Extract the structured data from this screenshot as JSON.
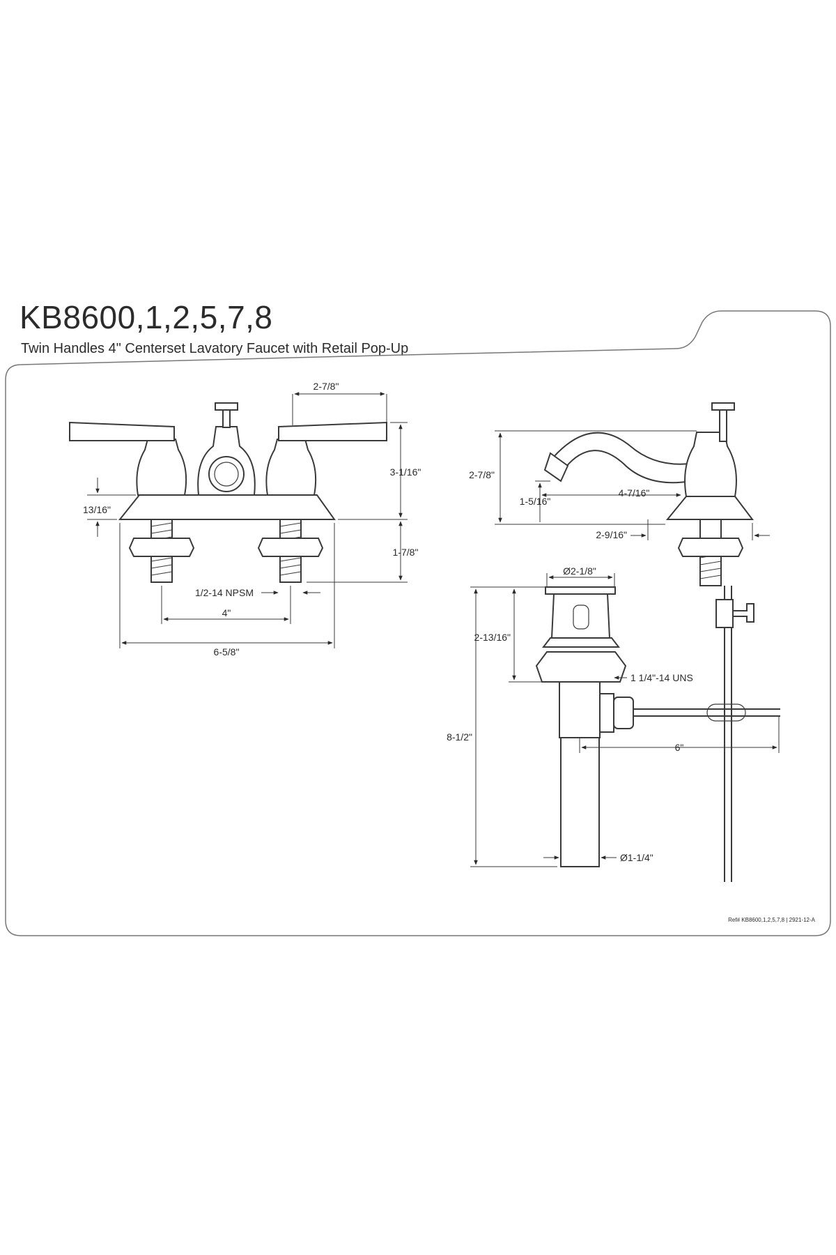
{
  "header": {
    "model": "KB8600,1,2,5,7,8",
    "description": "Twin Handles 4\" Centerset Lavatory Faucet with Retail Pop-Up"
  },
  "front_view": {
    "dims": {
      "handle_spread": "2-7/8\"",
      "height": "3-1/16\"",
      "deck_height": "13/16\"",
      "shank_length": "1-7/8\"",
      "thread": "1/2-14 NPSM",
      "center": "4\"",
      "overall_width": "6-5/8\""
    }
  },
  "side_view": {
    "dims": {
      "height": "2-7/8\"",
      "spout_height": "1-5/16\"",
      "spout_reach": "4-7/16\"",
      "base_offset": "2-9/16\""
    }
  },
  "popup_view": {
    "dims": {
      "flange_dia": "Ø2-1/8\"",
      "body_height": "2-13/16\"",
      "thread": "1 1/4\"-14 UNS",
      "overall_height": "8-1/2\"",
      "rod_length": "6\"",
      "tail_dia": "Ø1-1/4\""
    }
  },
  "footer": {
    "reference": "Ref# KB8600,1,2,5,7,8 | 2921-12-A"
  },
  "colors": {
    "line": "#3a3a3a",
    "background": "#ffffff"
  }
}
